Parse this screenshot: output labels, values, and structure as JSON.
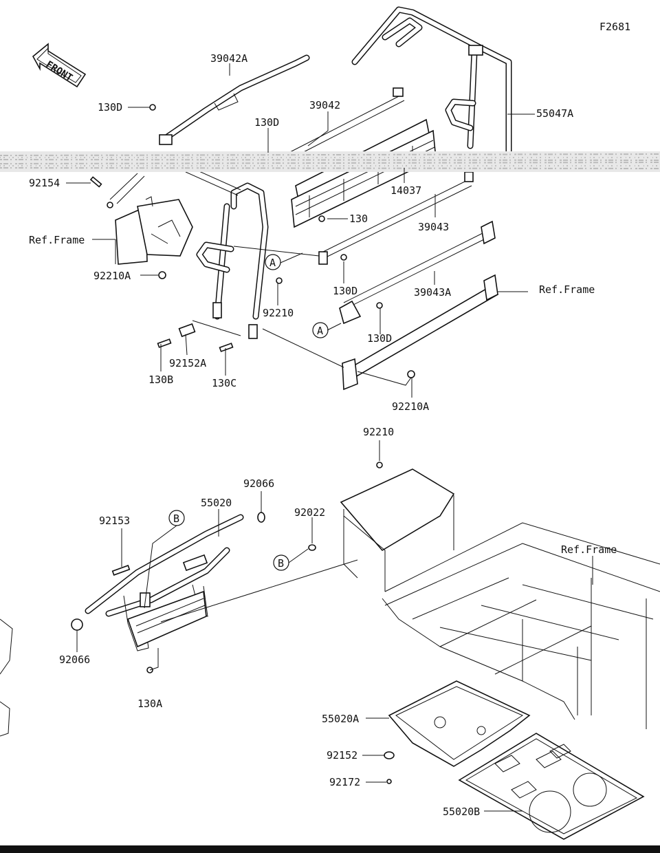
{
  "figure_code": "F2681",
  "front_label": "FRONT",
  "circle_markers": [
    "A",
    "A",
    "B",
    "B"
  ],
  "callouts": {
    "p39042A": "39042A",
    "p130D_1": "130D",
    "p130D_2": "130D",
    "p39042": "39042",
    "p55047A": "55047A",
    "p92154": "92154",
    "p14037": "14037",
    "p130": "130",
    "p39043": "39043",
    "refframe_1": "Ref.Frame",
    "p92210A_1": "92210A",
    "p130D_3": "130D",
    "p39043A": "39043A",
    "refframe_2": "Ref.Frame",
    "p92210_1": "92210",
    "p130D_4": "130D",
    "p92152A": "92152A",
    "p130B": "130B",
    "p130C": "130C",
    "p92210A_2": "92210A",
    "p92210_2": "92210",
    "p92066_1": "92066",
    "p55020": "55020",
    "p92153": "92153",
    "p92022": "92022",
    "refframe_3": "Ref.Frame",
    "p92066_2": "92066",
    "p130A": "130A",
    "p55020A": "55020A",
    "p92152": "92152",
    "p92172": "92172",
    "p55020B": "55020B"
  }
}
